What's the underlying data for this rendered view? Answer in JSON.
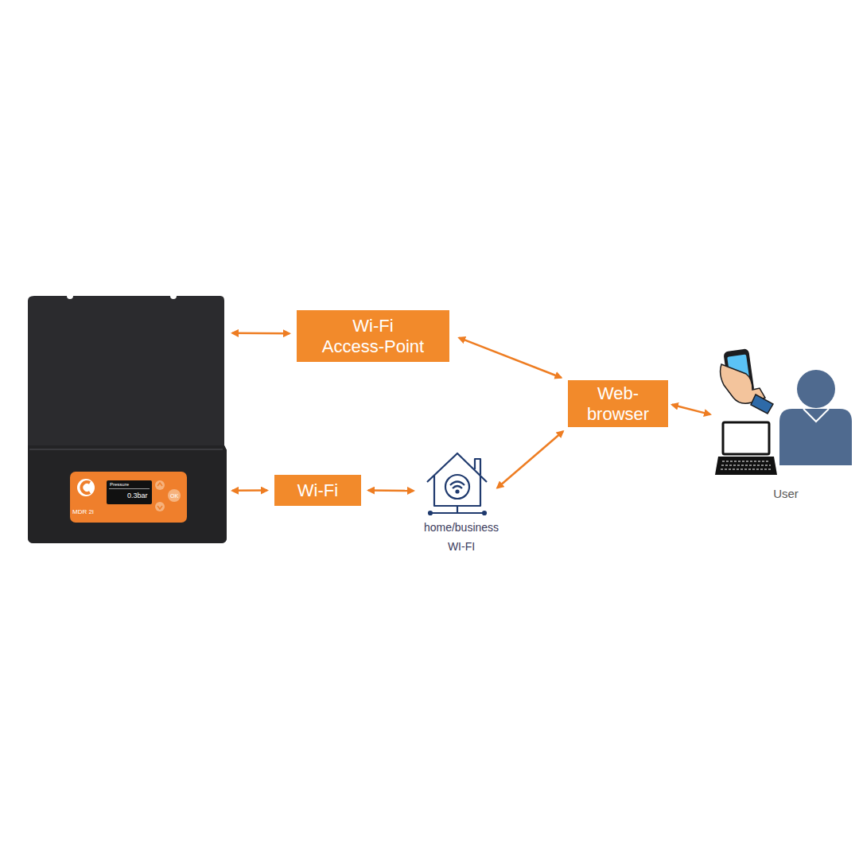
{
  "diagram": {
    "nodes": [
      {
        "text": [
          "MDR 2i"
        ]
      },
      {
        "text": [
          "Wi-Fi Access-Point"
        ]
      },
      {
        "text": [
          "Web- browser"
        ]
      },
      {
        "text": [
          "User"
        ]
      },
      {
        "text": [
          "Wi-Fi"
        ]
      },
      {
        "text": [
          "home/business WI-FI"
        ]
      }
    ],
    "edges": [
      {
        "from": 0,
        "to": 1,
        "arrow": "both"
      },
      {
        "from": 1,
        "to": 2,
        "arrow": "both"
      },
      {
        "from": 2,
        "to": 3,
        "arrow": "both"
      },
      {
        "from": 0,
        "to": 4,
        "arrow": "both"
      },
      {
        "from": 4,
        "to": 5,
        "arrow": "both"
      },
      {
        "from": 5,
        "to": 2,
        "arrow": "both"
      }
    ],
    "labels": [
      "Pressure",
      "0.3bar",
      "OK"
    ]
  }
}
